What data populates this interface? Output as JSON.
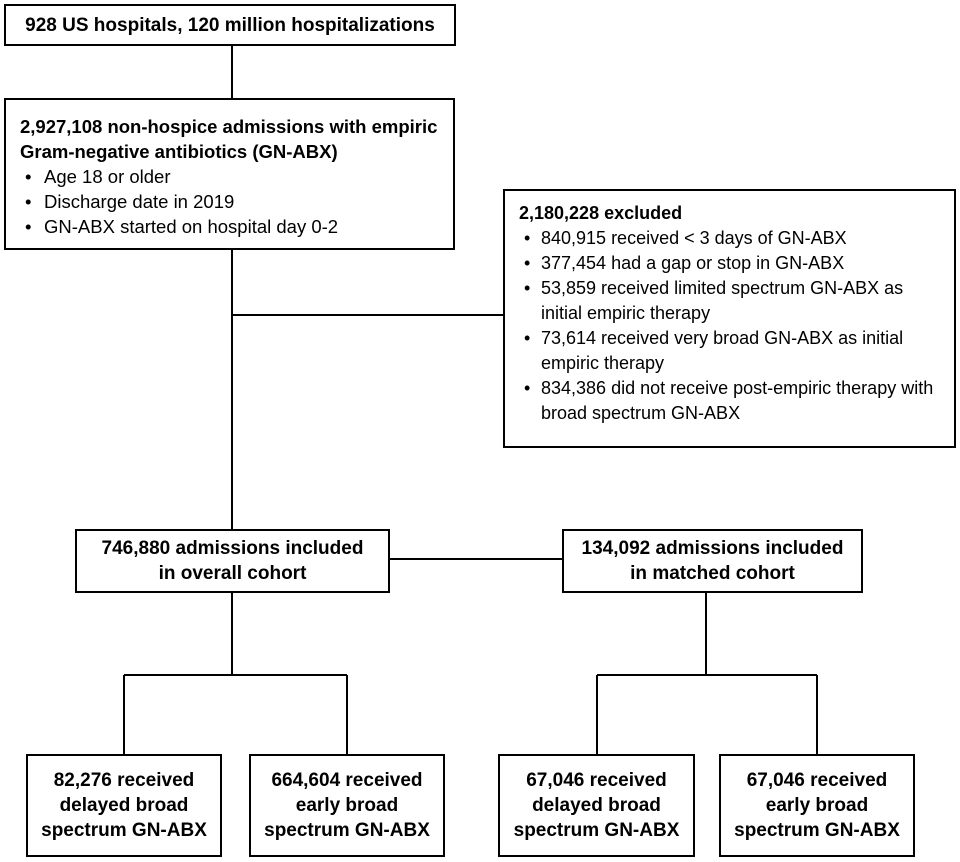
{
  "flowchart": {
    "top_box": "928 US hospitals, 120 million hospitalizations",
    "admissions_box": {
      "heading": "2,927,108 non-hospice admissions with empiric Gram-negative antibiotics (GN-ABX)",
      "criteria": [
        "Age 18 or older",
        "Discharge date in 2019",
        "GN-ABX started on hospital day 0-2"
      ]
    },
    "excluded_box": {
      "heading": "2,180,228 excluded",
      "reasons": [
        "840,915 received < 3 days of GN-ABX",
        "377,454 had a gap or stop in GN-ABX",
        "53,859 received limited spectrum GN-ABX as initial empiric therapy",
        "73,614 received very broad GN-ABX as initial empiric therapy",
        "834,386 did not receive post-empiric therapy with broad spectrum GN-ABX"
      ]
    },
    "overall_cohort": {
      "line1": "746,880 admissions included",
      "line2": "in overall cohort"
    },
    "matched_cohort": {
      "line1": "134,092 admissions included",
      "line2": "in matched cohort"
    },
    "outcomes": [
      {
        "line1": "82,276 received",
        "line2": "delayed broad",
        "line3": "spectrum GN-ABX"
      },
      {
        "line1": "664,604 received",
        "line2": "early broad",
        "line3": "spectrum GN-ABX"
      },
      {
        "line1": "67,046 received",
        "line2": "delayed broad",
        "line3": "spectrum GN-ABX"
      },
      {
        "line1": "67,046 received",
        "line2": "early broad",
        "line3": "spectrum GN-ABX"
      }
    ]
  }
}
